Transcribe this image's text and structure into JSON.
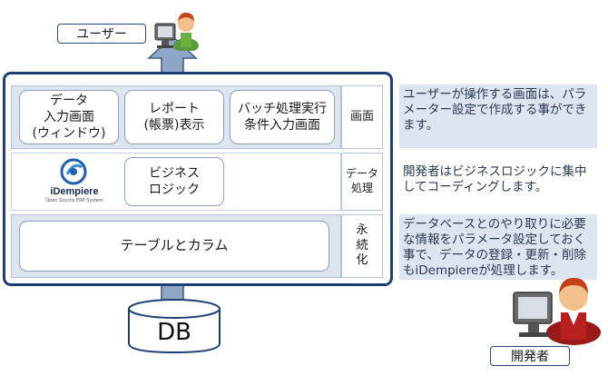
{
  "user_label": "ユーザー",
  "developer_label": "開発者",
  "layers": {
    "screen": {
      "label": "画面",
      "boxes": [
        "データ\n入力画面\n(ウィンドウ)",
        "レポート\n(帳票)表示",
        "バッチ処理実行\n条件入力画面"
      ]
    },
    "data_processing": {
      "label": "データ\n処理",
      "box": "ビジネス\nロジック"
    },
    "persistence": {
      "label": "永\n続\n化",
      "box": "テーブルとカラム"
    }
  },
  "logo": {
    "name": "iDempiere",
    "tagline": "Open Source ERP System"
  },
  "db_label": "DB",
  "notes": {
    "screen": "ユーザーが操作する画面は、パラメーター設定で作成する事ができます。",
    "logic": "開発者はビジネスロジックに集中してコーディングします。",
    "persistence": "データベースとのやり取りに必要な情報をパラメータ設定しておく事で、データの登録・更新・削除もiDempiereが処理します。"
  },
  "colors": {
    "frame": "#1d3f73",
    "band": "#dfe5ef",
    "arrow": "#8fa6c7",
    "note_bg": "#dde5f1"
  }
}
